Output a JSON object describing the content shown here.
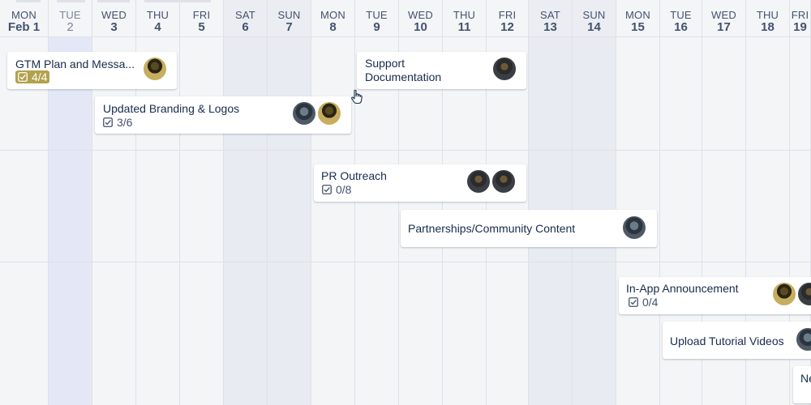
{
  "timeline": {
    "days": [
      {
        "dow": "MON",
        "num": "Feb 1",
        "kind": "weekday"
      },
      {
        "dow": "TUE",
        "num": "2",
        "kind": "today"
      },
      {
        "dow": "WED",
        "num": "3",
        "kind": "weekday"
      },
      {
        "dow": "THU",
        "num": "4",
        "kind": "weekday"
      },
      {
        "dow": "FRI",
        "num": "5",
        "kind": "weekday"
      },
      {
        "dow": "SAT",
        "num": "6",
        "kind": "weekend"
      },
      {
        "dow": "SUN",
        "num": "7",
        "kind": "weekend"
      },
      {
        "dow": "MON",
        "num": "8",
        "kind": "weekday"
      },
      {
        "dow": "TUE",
        "num": "9",
        "kind": "weekday"
      },
      {
        "dow": "WED",
        "num": "10",
        "kind": "weekday"
      },
      {
        "dow": "THU",
        "num": "11",
        "kind": "weekday"
      },
      {
        "dow": "FRI",
        "num": "12",
        "kind": "weekday"
      },
      {
        "dow": "SAT",
        "num": "13",
        "kind": "weekend"
      },
      {
        "dow": "SUN",
        "num": "14",
        "kind": "weekend"
      },
      {
        "dow": "MON",
        "num": "15",
        "kind": "weekday"
      },
      {
        "dow": "TUE",
        "num": "16",
        "kind": "weekday"
      },
      {
        "dow": "WED",
        "num": "17",
        "kind": "weekday"
      },
      {
        "dow": "THU",
        "num": "18",
        "kind": "weekday"
      },
      {
        "dow": "FRI",
        "num": "19",
        "kind": "weekday"
      }
    ]
  },
  "cards": {
    "gtm": {
      "title": "GTM Plan and Messa...",
      "checklist": "4/4",
      "avatars": [
        "gold"
      ]
    },
    "support": {
      "title1": "Support",
      "title2": "Documentation",
      "avatars": [
        "dark"
      ]
    },
    "branding": {
      "title": "Updated Branding & Logos",
      "checklist": "3/6",
      "avatars": [
        "photo",
        "gold"
      ]
    },
    "pr": {
      "title": "PR Outreach",
      "checklist": "0/8",
      "avatars": [
        "dark",
        "dark"
      ]
    },
    "partnerships": {
      "title": "Partnerships/Community Content",
      "avatars": [
        "photo"
      ]
    },
    "inapp": {
      "title": "In-App Announcement",
      "checklist": "0/4",
      "avatars": [
        "gold",
        "dark"
      ]
    },
    "upload": {
      "title": "Upload Tutorial Videos",
      "avatars": [
        "photo"
      ]
    },
    "next": {
      "title": "Ne"
    }
  },
  "icons": {
    "checklist": "checkbox-check-icon",
    "cursor": "hand-pointer-icon"
  },
  "colors": {
    "complete_badge": "#b3a14c",
    "today_column": "#e4e8f6",
    "weekend_column": "#e9ebf3"
  }
}
